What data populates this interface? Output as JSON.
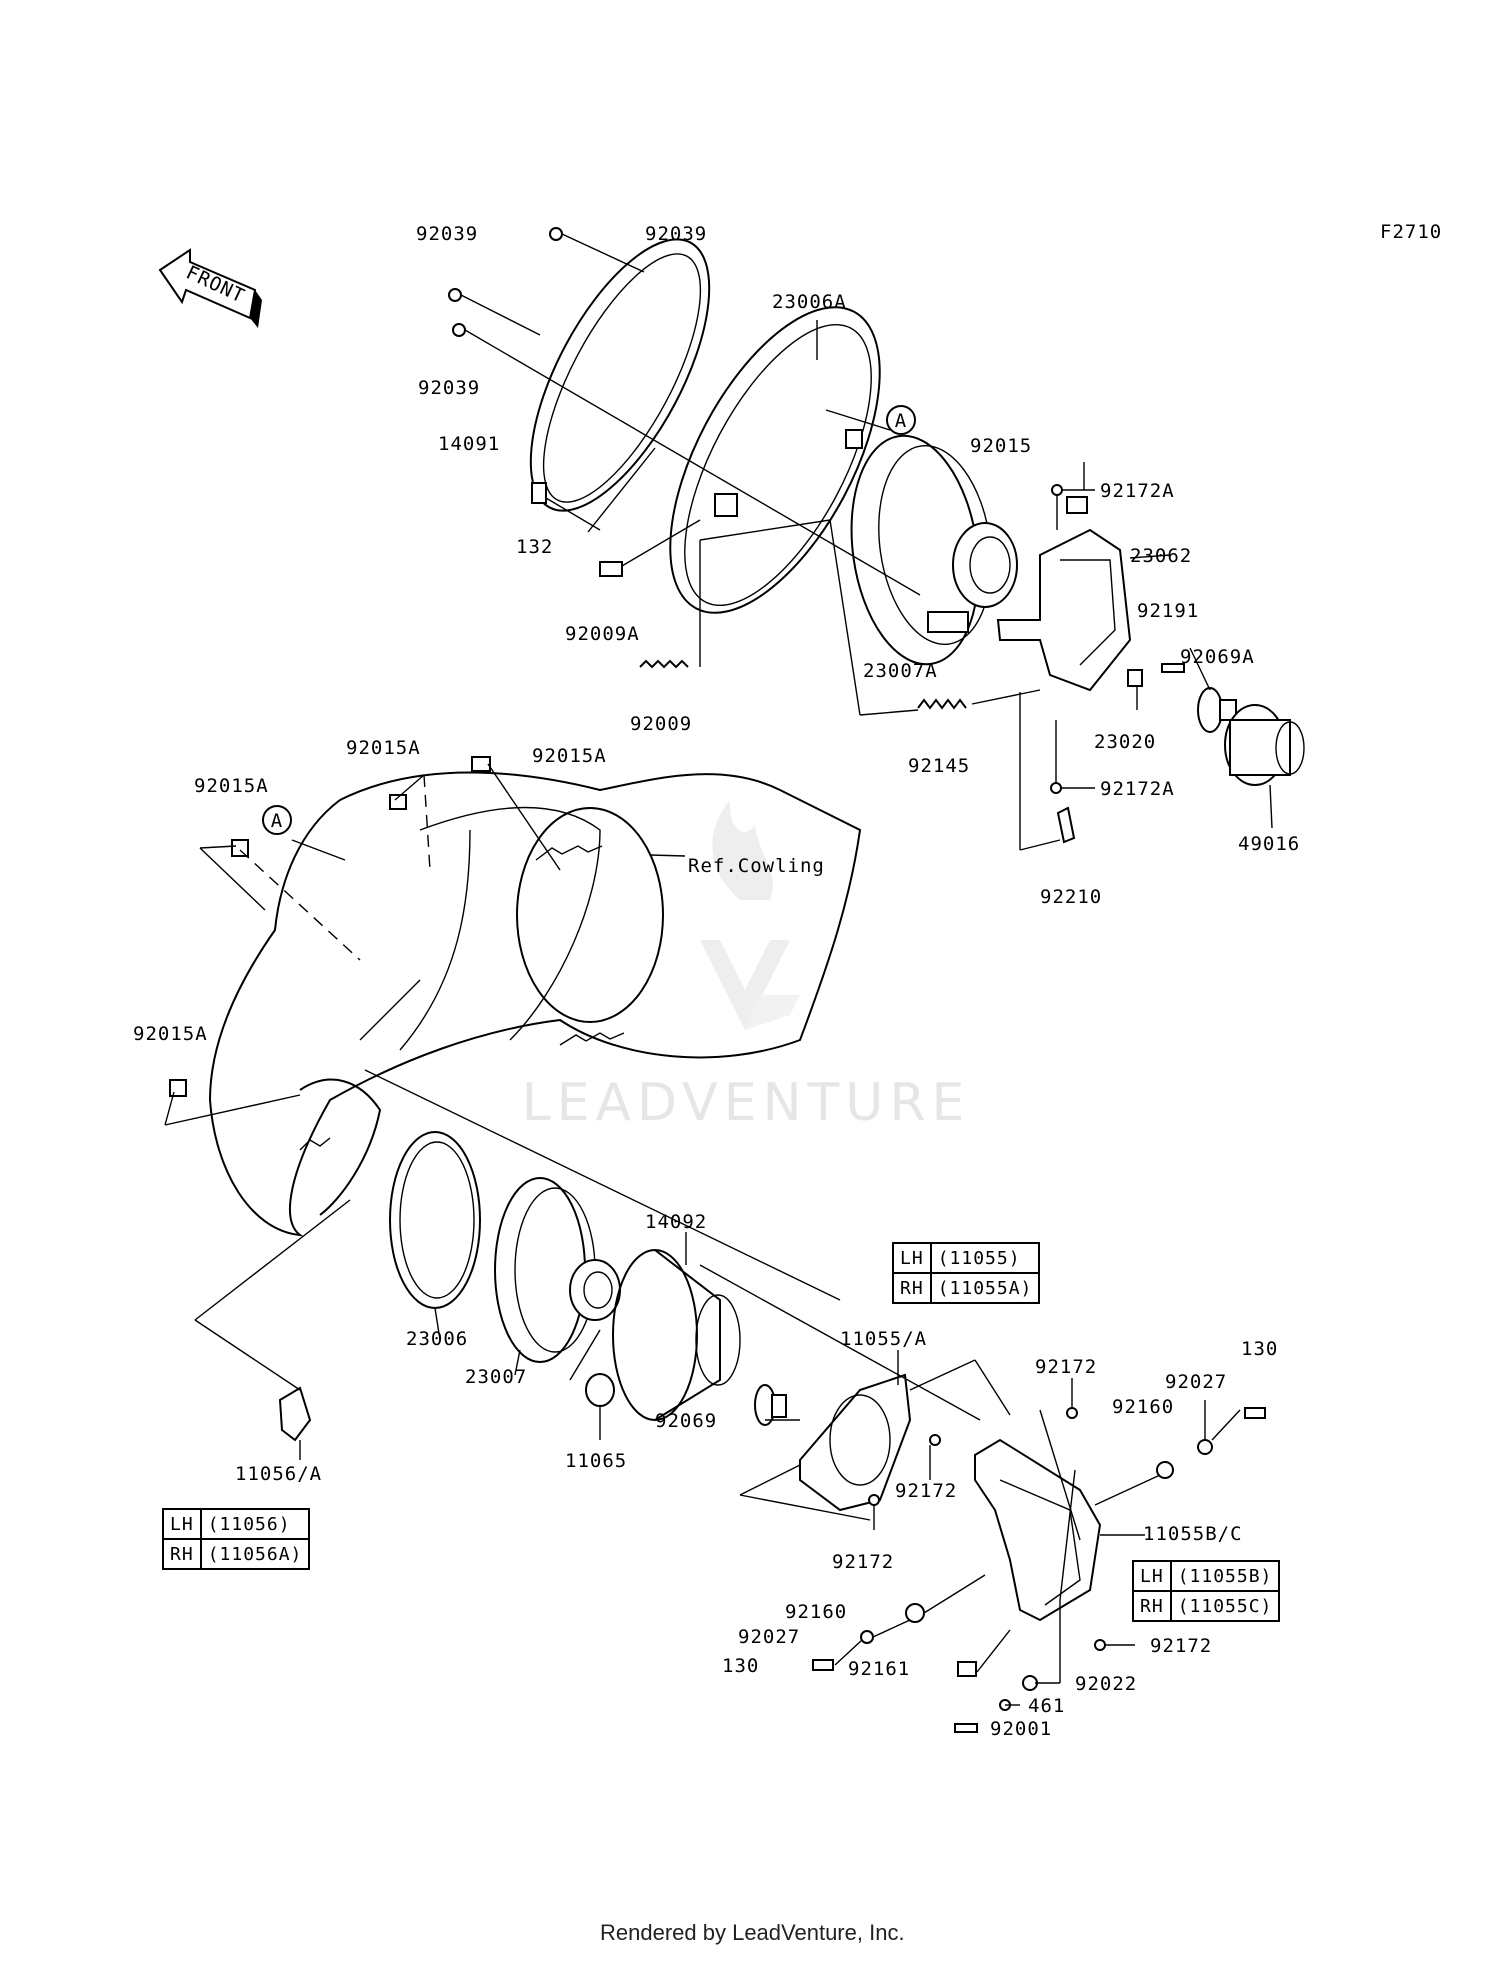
{
  "figure_code": "F2710",
  "front_label": "FRONT",
  "watermark": "LEADVENTURE",
  "footer": "Rendered by LeadVenture, Inc.",
  "ref_cowling": "Ref.Cowling",
  "callouts": {
    "a_top": "A",
    "a_left": "A"
  },
  "labels": {
    "p92039_a": "92039",
    "p92039_b": "92039",
    "p92039_c": "92039",
    "p23006A": "23006A",
    "p14091": "14091",
    "p132": "132",
    "p92009A": "92009A",
    "p92009": "92009",
    "p92015": "92015",
    "p92172A_a": "92172A",
    "p23062": "23062",
    "p92191": "92191",
    "p92069A": "92069A",
    "p23007A": "23007A",
    "p23020": "23020",
    "p92145": "92145",
    "p92172A_b": "92172A",
    "p49016": "49016",
    "p92210": "92210",
    "p92015A_a": "92015A",
    "p92015A_b": "92015A",
    "p92015A_c": "92015A",
    "p92015A_d": "92015A",
    "p14092": "14092",
    "p11055A": "11055/A",
    "p23006": "23006",
    "p23007": "23007",
    "p92069": "92069",
    "p11065": "11065",
    "p92172_a": "92172",
    "p92172_b": "92172",
    "p92172_c": "92172",
    "p92172_d": "92172",
    "p130_a": "130",
    "p92027_a": "92027",
    "p92160_a": "92160",
    "p11055BC": "11055B/C",
    "p11056A": "11056/A",
    "p92160_b": "92160",
    "p92027_b": "92027",
    "p130_b": "130",
    "p92161": "92161",
    "p92022": "92022",
    "p461": "461",
    "p92001": "92001"
  },
  "tables": {
    "t11055": {
      "rows": [
        {
          "side": "LH",
          "part": "(11055)"
        },
        {
          "side": "RH",
          "part": "(11055A)"
        }
      ]
    },
    "t11056": {
      "rows": [
        {
          "side": "LH",
          "part": "(11056)"
        },
        {
          "side": "RH",
          "part": "(11056A)"
        }
      ]
    },
    "t11055BC": {
      "rows": [
        {
          "side": "LH",
          "part": "(11055B)"
        },
        {
          "side": "RH",
          "part": "(11055C)"
        }
      ]
    }
  }
}
